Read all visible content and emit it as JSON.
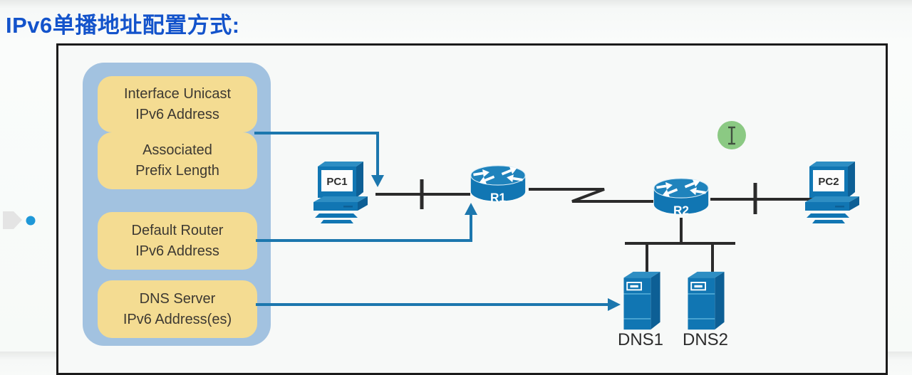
{
  "page": {
    "title": "IPv6单播地址配置方式:"
  },
  "panel": {
    "boxes": [
      {
        "line1": "Interface Unicast",
        "line2": "IPv6 Address"
      },
      {
        "line1": "Associated",
        "line2": "Prefix Length"
      },
      {
        "line1": "Default Router",
        "line2": "IPv6 Address"
      },
      {
        "line1": "DNS Server",
        "line2": "IPv6 Address(es)"
      }
    ]
  },
  "devices": {
    "pc1": "PC1",
    "r1": "R1",
    "r2": "R2",
    "pc2": "PC2",
    "dns1": "DNS1",
    "dns2": "DNS2"
  },
  "icons": {
    "cursor": "text-ibeam-cursor-highlight",
    "slide_marker": "gray-play-arrow",
    "bullet": "blue-dot"
  },
  "colors": {
    "title_blue": "#1353cb",
    "panel_blue": "#a2c2e0",
    "note_yellow": "#f4dc92",
    "device_blue": "#1176b3",
    "connector_black": "#2b2b2b",
    "connector_blue": "#1c77ae",
    "cursor_green": "#7cc272"
  }
}
